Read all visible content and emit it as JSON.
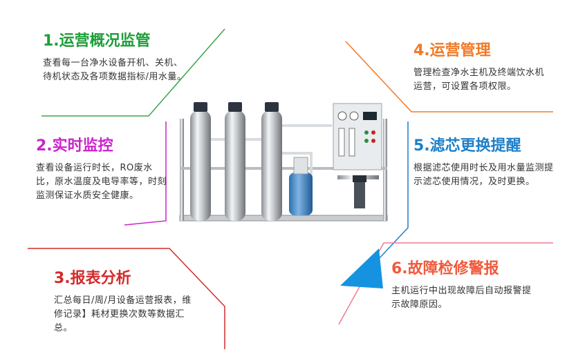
{
  "features": [
    {
      "id": "f1",
      "title": "1.运营概况监管",
      "desc": "查看每一台净水设备开机、关机、待机状态及各项数据指标/用水量。",
      "color": "#1e9e3a"
    },
    {
      "id": "f2",
      "title": "2.实时监控",
      "desc": "查看设备运行时长，RO废水比，原水温度及电导率等，时刻监测保证水质安全健康。",
      "color": "#cc22cc"
    },
    {
      "id": "f3",
      "title": "3.报表分析",
      "desc": "汇总每日/周/月设备运营报表，维修记录】耗材更换次数等数据汇总。",
      "color": "#d42a2a"
    },
    {
      "id": "f4",
      "title": "4.运营管理",
      "desc": "管理检查净水主机及终端饮水机运营，可设置各项权限。",
      "color": "#f07a28"
    },
    {
      "id": "f5",
      "title": "5.滤芯更换提醒",
      "desc": "根据滤芯使用时长及用水量监测提示滤芯使用情况，及时更换。",
      "color": "#1d7fc8"
    },
    {
      "id": "f6",
      "title": "6.故障检修警报",
      "desc": "主机运行中出现故障后自动报警提示故障原因。",
      "color": "#f05a3c"
    }
  ]
}
